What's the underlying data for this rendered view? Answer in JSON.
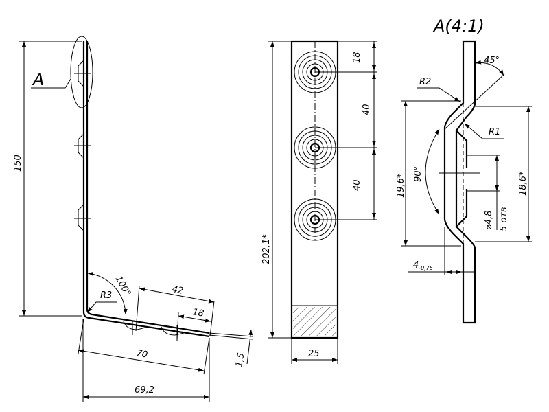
{
  "side_view": {
    "detail_marker": "A",
    "dim_height": "150",
    "dim_angle": "100°",
    "dim_radius": "R3",
    "dim_hole_span": "42",
    "dim_hole_offset": "18",
    "dim_leg_length": "70",
    "dim_thickness": "1,5",
    "dim_projection": "69,2"
  },
  "front_view": {
    "dim_top": "18",
    "dim_pitch_1": "40",
    "dim_pitch_2": "40",
    "dim_total": "202,1*",
    "dim_width": "25"
  },
  "detail_view": {
    "title": "A(4:1)",
    "dim_angle_top": "45°",
    "dim_r2": "R2",
    "dim_r1": "R1",
    "dim_outer": "19,6*",
    "dim_angle": "90°",
    "dim_inner": "18,6*",
    "dim_hole": "⌀4,8",
    "dim_hole_count": "5 отв",
    "dim_depth": "4",
    "dim_depth_tol": "-0,75"
  }
}
